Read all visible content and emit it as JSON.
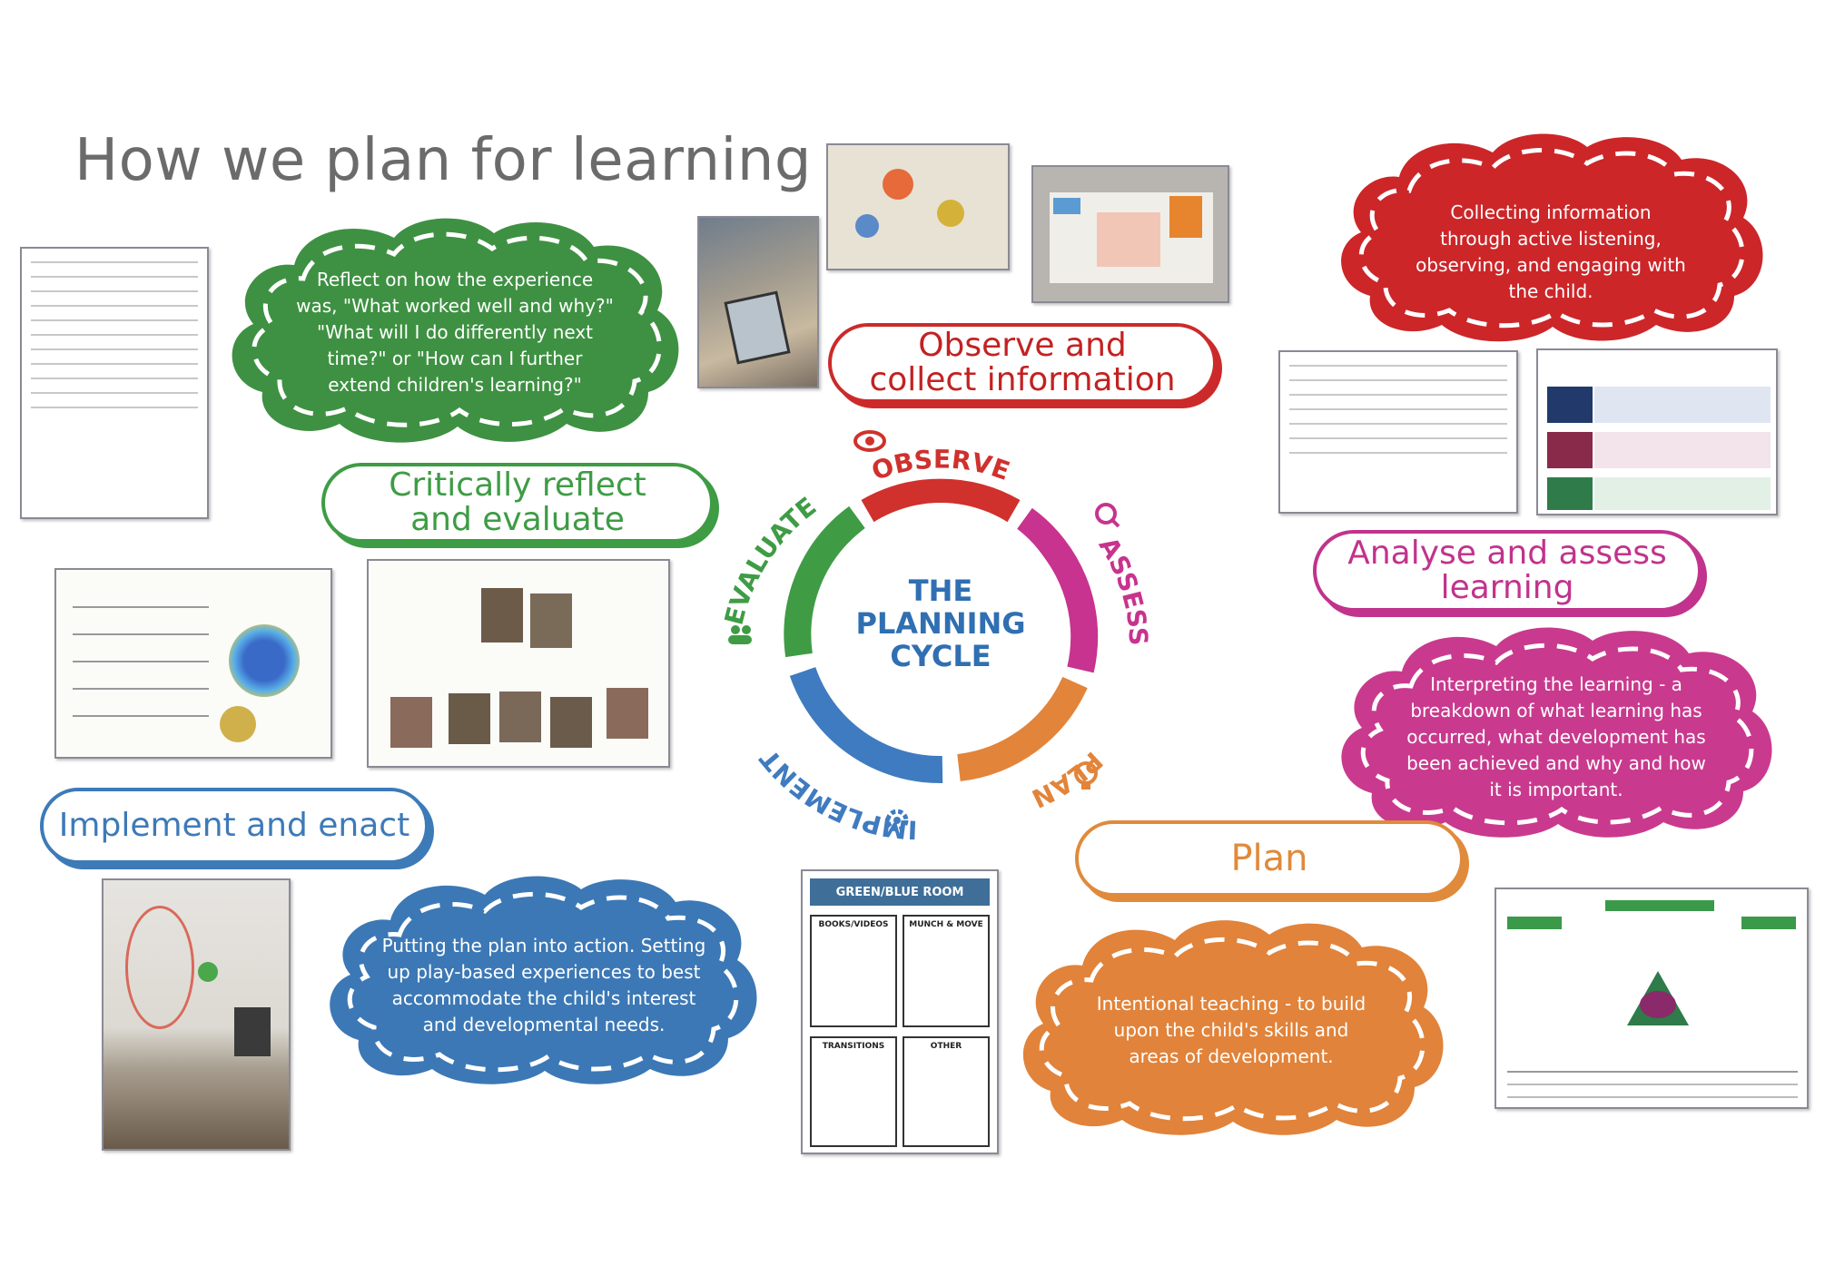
{
  "title": "How we plan for learning",
  "labels": {
    "observe": "Observe and\ncollect information",
    "critical": "Critically reflect\nand evaluate",
    "analyse": "Analyse and assess\nlearning",
    "implement": "Implement and enact",
    "plan": "Plan"
  },
  "clouds": {
    "reflect": "Reflect on how the experience was, \"What worked well and why?\" \"What will I do differently next time?\" or \"How can I further extend children's learning?\"",
    "collect": "Collecting information through active listening, observing, and engaging with the child.",
    "interpret": "Interpreting the learning - a breakdown of what learning has occurred, what development has been achieved and why and how it is important.",
    "action": "Putting the plan into action. Setting up play-based experiences to best accommodate the child's interest and developmental needs.",
    "intentional": "Intentional teaching - to build upon the child's skills and areas of development."
  },
  "cycle": {
    "center_line1": "THE",
    "center_line2": "PLANNING",
    "center_line3": "CYCLE",
    "stages": [
      "OBSERVE",
      "ASSESS",
      "PLAN",
      "IMPLEMENT",
      "EVALUATE"
    ]
  },
  "room_card": {
    "title": "GREEN/BLUE ROOM",
    "sections": [
      "BOOKS/VIDEOS",
      "MUNCH & MOVE",
      "TRANSITIONS",
      "OTHER"
    ]
  },
  "colors": {
    "observe": "#d0312d",
    "assess": "#c7338f",
    "plan": "#e2843a",
    "implement": "#3f7bc0",
    "evaluate": "#3f9c45",
    "center_text": "#2f6fb2"
  }
}
